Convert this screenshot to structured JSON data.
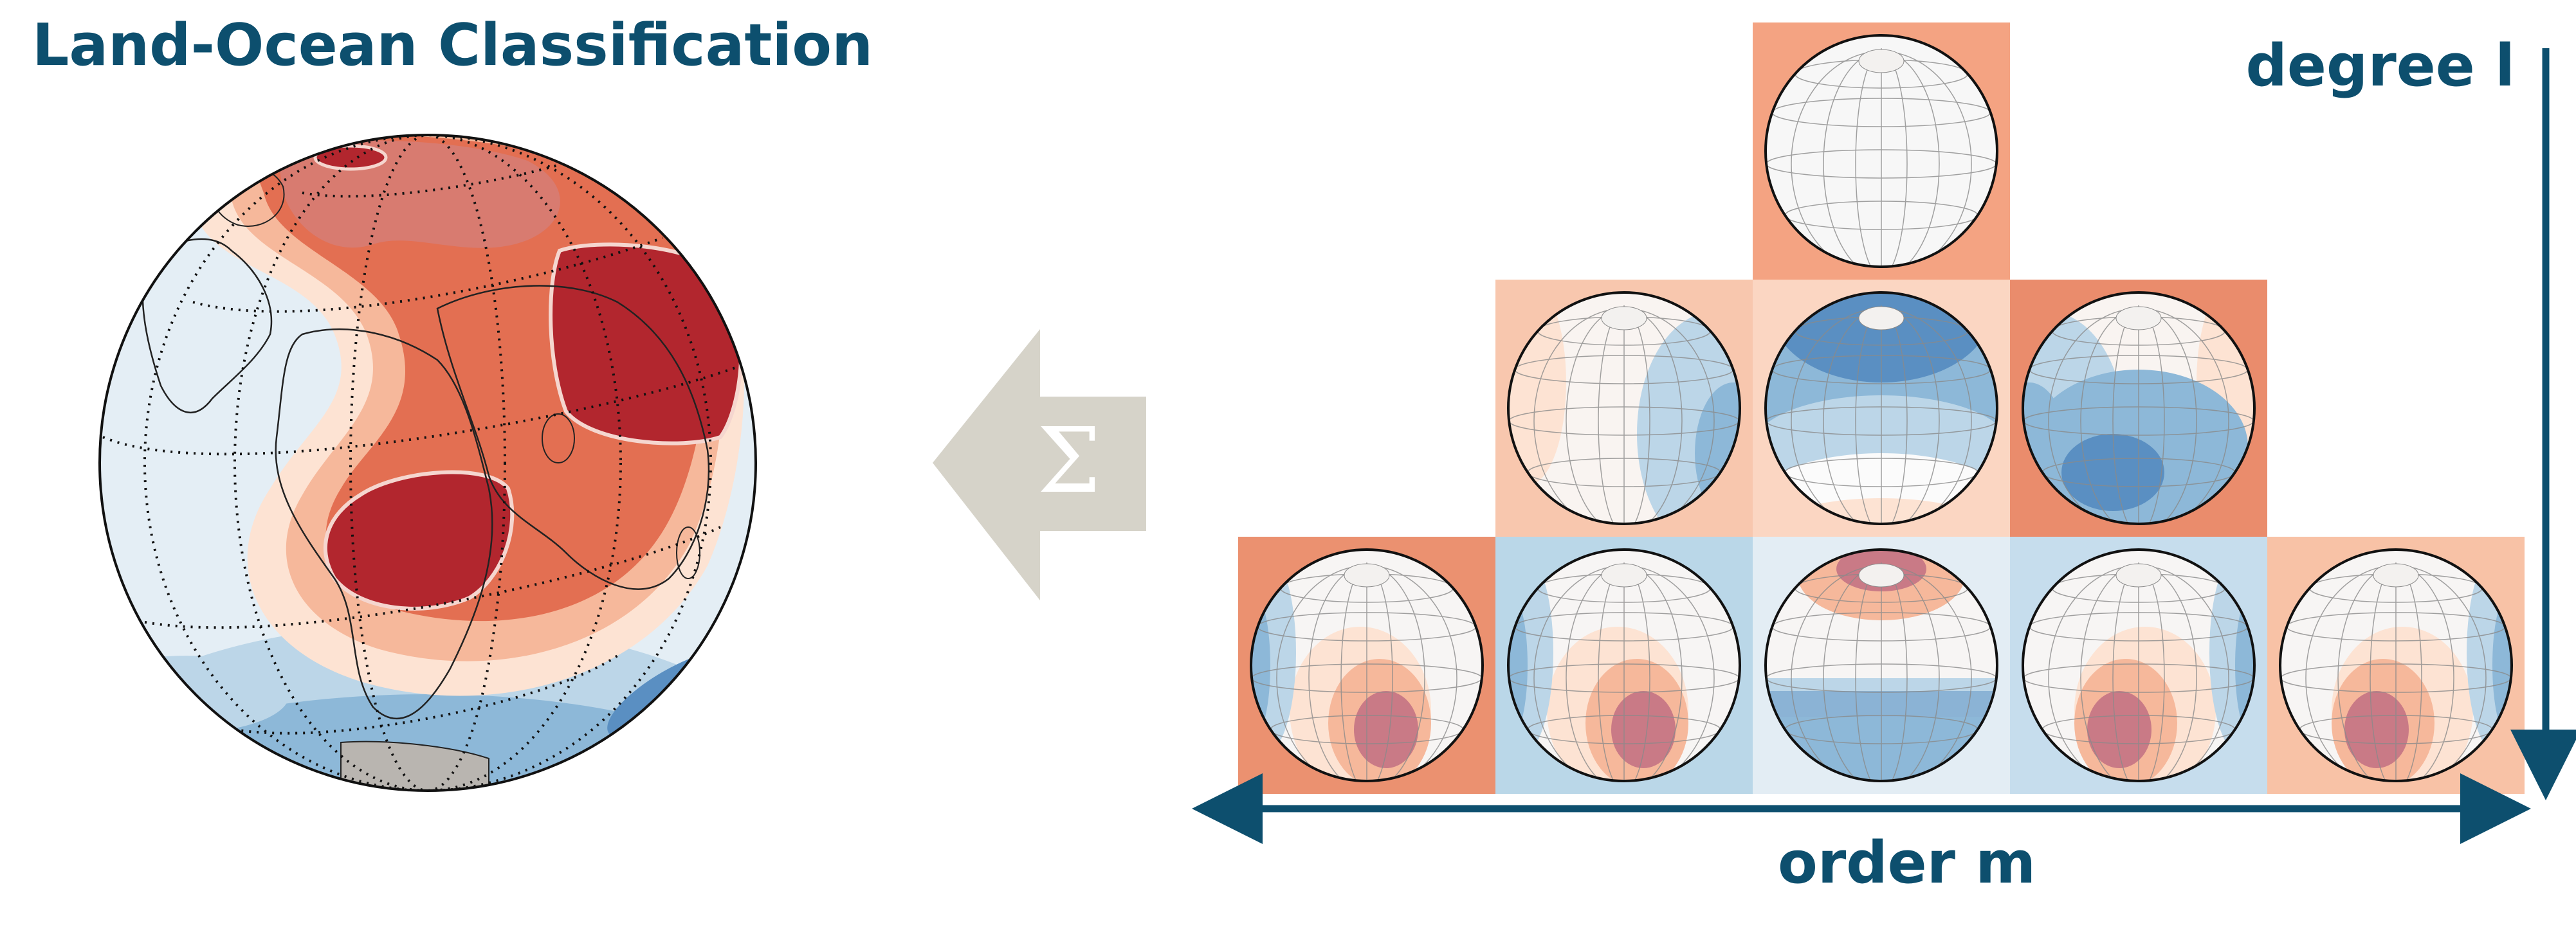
{
  "title": "Land-Ocean Classification",
  "sum_symbol": "Σ",
  "axes": {
    "degree_label": "degree l",
    "order_label": "order m"
  },
  "colors": {
    "accent": "#0d4f6e",
    "arrow_gray": "#d6d3c9",
    "red_dark": "#b2262e",
    "red_mid": "#e36f52",
    "red_light": "#f6b89b",
    "red_pale": "#fde3d3",
    "blue_pale": "#e4eef5",
    "blue_light": "#bcd6e8",
    "blue_mid": "#8db8d8",
    "blue_dark": "#5a8fc2"
  },
  "pyramid": {
    "rows": [
      {
        "degree": 0,
        "tiles": [
          {
            "order": 0,
            "bg": "#f4a382"
          }
        ]
      },
      {
        "degree": 1,
        "tiles": [
          {
            "order": -1,
            "bg": "#f8c7ae"
          },
          {
            "order": 0,
            "bg": "#fbd6c2"
          },
          {
            "order": 1,
            "bg": "#ea8c6c"
          }
        ]
      },
      {
        "degree": 2,
        "tiles": [
          {
            "order": -2,
            "bg": "#eb9170"
          },
          {
            "order": -1,
            "bg": "#bad7e8"
          },
          {
            "order": 0,
            "bg": "#e3edf4"
          },
          {
            "order": 1,
            "bg": "#c6dded"
          },
          {
            "order": 2,
            "bg": "#f8c2a6"
          }
        ]
      }
    ]
  }
}
